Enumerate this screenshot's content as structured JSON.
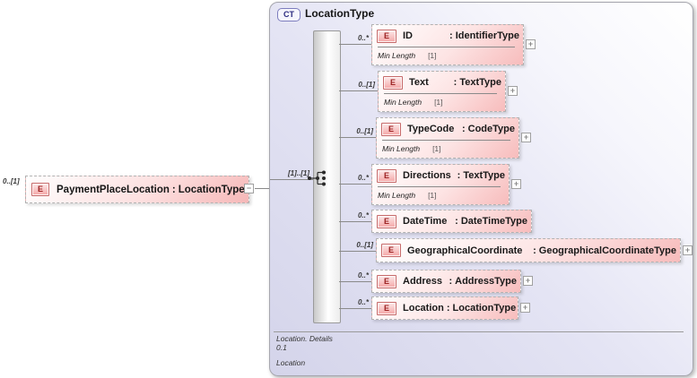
{
  "colors": {
    "panel_lavender": "#d4d4ea",
    "element_pink": "#f7bcbc",
    "element_icon_red": "#9c2222",
    "badge_blue_border": "#7d7dbe",
    "badge_blue_text": "#2c2c80",
    "connector_gray": "#8a8a8a"
  },
  "type_separator": ":",
  "icons": {
    "collapse_glyph": "−",
    "expand_glyph": "+"
  },
  "source_element": {
    "cardinality": "0..[1]",
    "icon": "E",
    "name": "PaymentPlaceLocation",
    "type": "LocationType"
  },
  "link_label": "[1]..[1]",
  "panel": {
    "badge": "CT",
    "title": "LocationType",
    "element_icon": "E",
    "children": [
      {
        "cardinality": "0..*",
        "name": "ID",
        "type": "IdentifierType",
        "facet": {
          "label": "Min Length",
          "value": "[1]"
        },
        "expandable": true
      },
      {
        "cardinality": "0..[1]",
        "name": "Text",
        "type": "TextType",
        "facet": {
          "label": "Min Length",
          "value": "[1]"
        },
        "expandable": true
      },
      {
        "cardinality": "0..[1]",
        "name": "TypeCode",
        "type": "CodeType",
        "facet": {
          "label": "Min Length",
          "value": "[1]"
        },
        "expandable": true
      },
      {
        "cardinality": "0..*",
        "name": "Directions",
        "type": "TextType",
        "facet": {
          "label": "Min Length",
          "value": "[1]"
        },
        "expandable": true
      },
      {
        "cardinality": "0..*",
        "name": "DateTime",
        "type": "DateTimeType",
        "facet": null,
        "expandable": false
      },
      {
        "cardinality": "0..[1]",
        "name": "GeographicalCoordinate",
        "type": "GeographicalCoordinateType",
        "facet": null,
        "expandable": true
      },
      {
        "cardinality": "0..*",
        "name": "Address",
        "type": "AddressType",
        "facet": null,
        "expandable": true
      },
      {
        "cardinality": "0..*",
        "name": "Location",
        "type": "LocationType",
        "facet": null,
        "expandable": true
      }
    ],
    "footer_lines": [
      "Location. Details",
      "0.1",
      "Location"
    ]
  }
}
